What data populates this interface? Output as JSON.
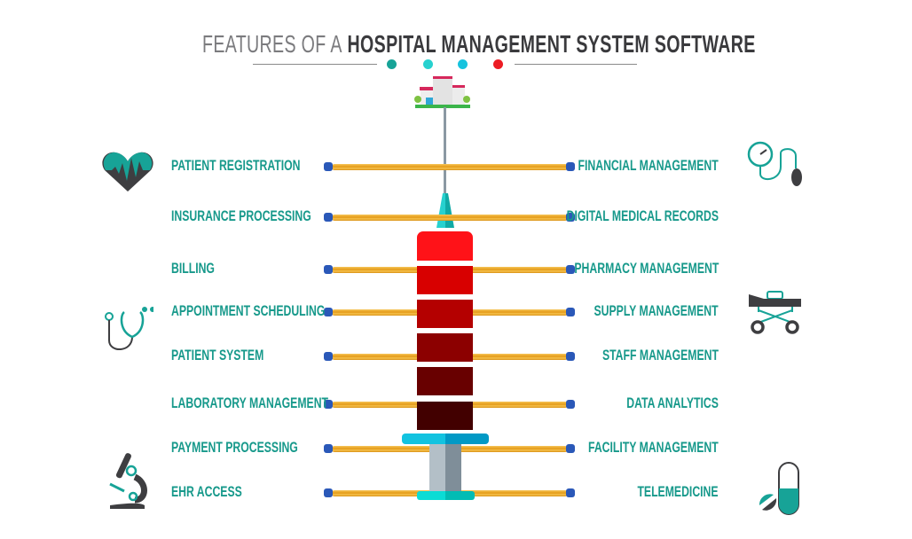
{
  "title": {
    "light": "FEATURES OF A",
    "dark": "HOSPITAL MANAGEMENT SYSTEM SOFTWARE"
  },
  "title_dots": [
    "#17a397",
    "#27d1cf",
    "#17c3de",
    "#ec1c24"
  ],
  "colors": {
    "label": "#17998b",
    "rod": "#e8a62a",
    "rod_end": "#2a58b8"
  },
  "left_features": [
    "PATIENT REGISTRATION",
    "INSURANCE PROCESSING",
    "BILLING",
    "APPOINTMENT SCHEDULING",
    "PATIENT SYSTEM",
    "LABORATORY MANAGEMENT",
    "PAYMENT PROCESSING",
    "EHR ACCESS"
  ],
  "right_features": [
    "FINANCIAL MANAGEMENT",
    "DIGITAL MEDICAL RECORDS",
    "PHARMACY MANAGEMENT",
    "SUPPLY MANAGEMENT",
    "STAFF MANAGEMENT",
    "DATA ANALYTICS",
    "FACILITY MANAGEMENT",
    "TELEMEDICINE"
  ],
  "syringe_segment_colors": [
    "#ff1218",
    "#d80000",
    "#b40000",
    "#8c0000",
    "#680000",
    "#420000"
  ],
  "icons": {
    "left": [
      "heartbeat-icon",
      "stethoscope-icon",
      "microscope-icon"
    ],
    "right": [
      "blood-pressure-gauge-icon",
      "stretcher-icon",
      "pills-icon"
    ]
  }
}
